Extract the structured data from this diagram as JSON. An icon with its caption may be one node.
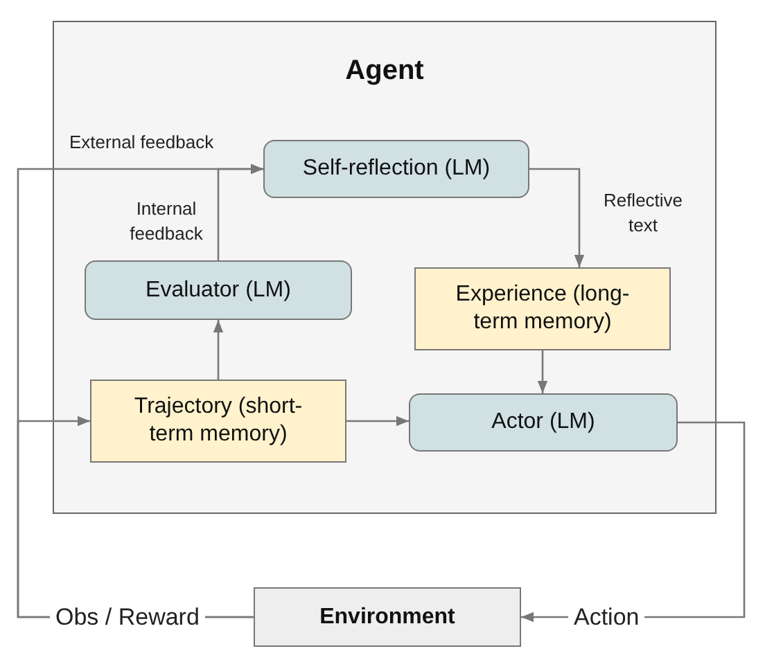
{
  "diagram": {
    "nodes": [
      {
        "text": [
          "Agent"
        ]
      },
      {
        "text": [
          "Self-reflection (LM)"
        ],
        "in": 0
      },
      {
        "text": [
          "Evaluator (LM)"
        ],
        "in": 0
      },
      {
        "text": [
          "Experience (long-term memory)"
        ],
        "in": 0
      },
      {
        "text": [
          "Trajectory (short-term memory)"
        ],
        "in": 0
      },
      {
        "text": [
          "Actor (LM)"
        ],
        "in": 0
      },
      {
        "text": [
          "Environment"
        ]
      }
    ],
    "edges": [
      {
        "from": 6,
        "to": 1,
        "arrow": "to",
        "label": "External feedback"
      },
      {
        "from": 6,
        "to": 4,
        "arrow": "to",
        "label": "Obs / Reward"
      },
      {
        "from": 4,
        "to": 2,
        "arrow": "to"
      },
      {
        "from": 2,
        "to": 1,
        "arrow": "to",
        "label": "Internal feedback"
      },
      {
        "from": 1,
        "to": 3,
        "arrow": "to",
        "label": "Reflective text"
      },
      {
        "from": 3,
        "to": 5,
        "arrow": "to"
      },
      {
        "from": 4,
        "to": 5,
        "arrow": "to"
      },
      {
        "from": 5,
        "to": 6,
        "arrow": "to",
        "label": "Action"
      }
    ]
  }
}
